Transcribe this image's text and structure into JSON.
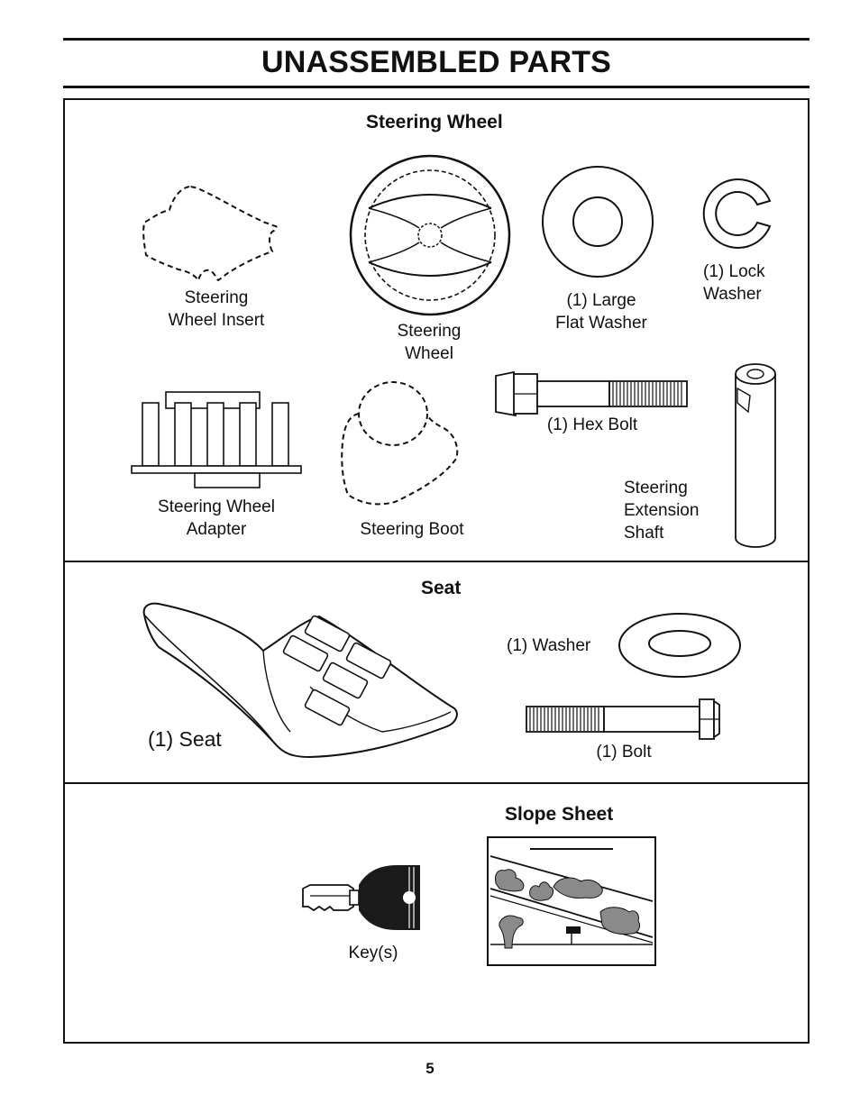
{
  "page": {
    "title": "UNASSEMBLED PARTS",
    "page_number": "5"
  },
  "steering_section": {
    "heading": "Steering Wheel",
    "parts": {
      "insert_label": "Steering\nWheel Insert",
      "wheel_label": "Steering\nWheel",
      "flat_washer_label": "(1) Large\nFlat Washer",
      "lock_washer_label": "(1) Lock\nWasher",
      "adapter_label": "Steering Wheel\nAdapter",
      "boot_label": "Steering Boot",
      "hex_bolt_label": "(1) Hex Bolt",
      "extension_shaft_label": "Steering\nExtension\nShaft"
    }
  },
  "seat_section": {
    "heading": "Seat",
    "parts": {
      "seat_label": "(1) Seat",
      "washer_label": "(1) Washer",
      "bolt_label": "(1) Bolt"
    }
  },
  "misc_section": {
    "heading": "Slope Sheet",
    "parts": {
      "keys_label": "Key(s)"
    }
  }
}
